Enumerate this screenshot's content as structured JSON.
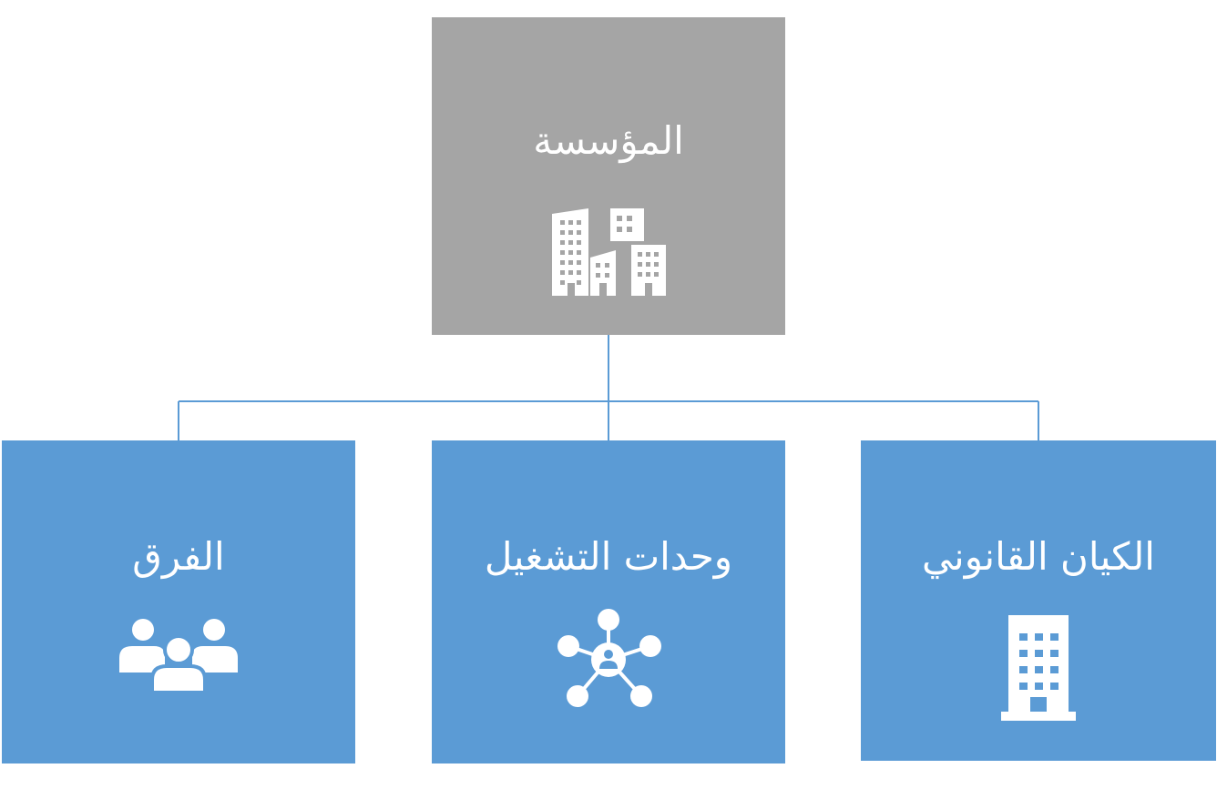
{
  "colors": {
    "root_box": "#a5a5a5",
    "child_box": "#5b9bd5",
    "connector": "#5b9bd5",
    "text": "#ffffff"
  },
  "nodes": {
    "root": {
      "label": "المؤسسة",
      "icon": "office-buildings-icon"
    },
    "children": [
      {
        "label": "الفرق",
        "icon": "people-group-icon"
      },
      {
        "label": "وحدات التشغيل",
        "icon": "network-hub-icon"
      },
      {
        "label": "الكيان القانوني",
        "icon": "office-building-icon"
      }
    ]
  }
}
